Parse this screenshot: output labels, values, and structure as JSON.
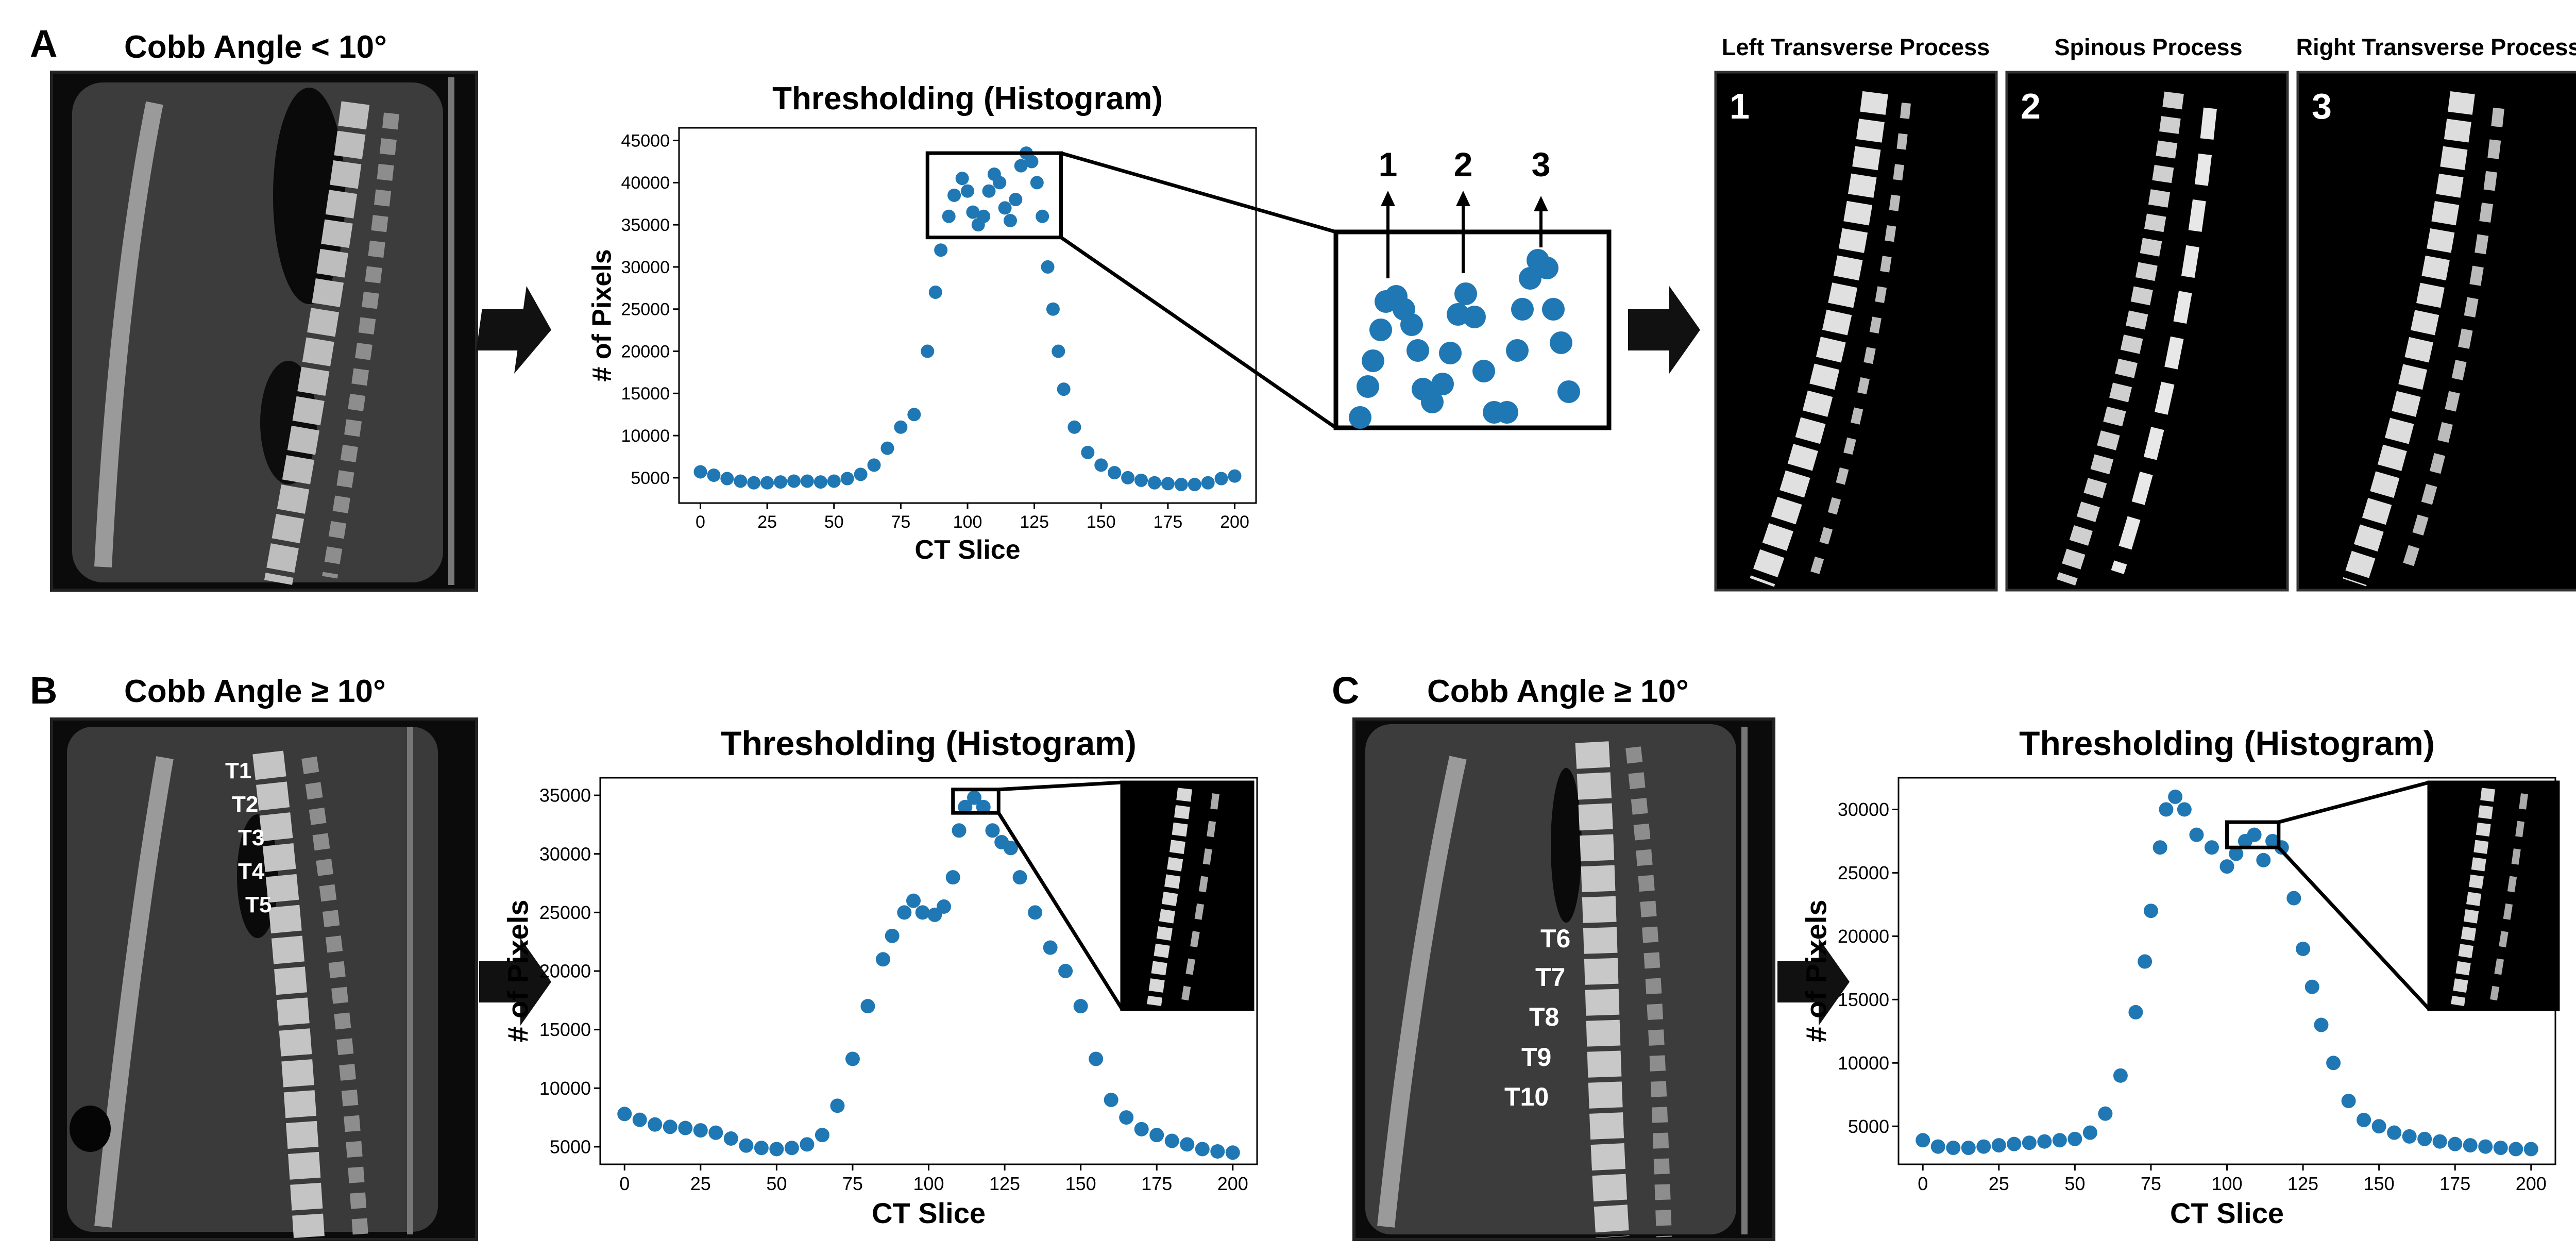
{
  "panels": {
    "A": {
      "letter": "A",
      "cobb_label": "Cobb Angle < 10°",
      "crop_titles": [
        "Left Transverse Process",
        "Spinous Process",
        "Right Transverse Process"
      ],
      "crop_numbers": [
        "1",
        "2",
        "3"
      ],
      "peak_numbers": [
        "1",
        "2",
        "3"
      ]
    },
    "B": {
      "letter": "B",
      "cobb_label": "Cobb Angle ≥ 10°",
      "vertebra_labels": [
        "T1",
        "T2",
        "T3",
        "T4",
        "T5"
      ]
    },
    "C": {
      "letter": "C",
      "cobb_label": "Cobb Angle ≥ 10°",
      "vertebra_labels": [
        "T6",
        "T7",
        "T8",
        "T9",
        "T10"
      ]
    }
  },
  "colors": {
    "marker": "#1f77b4",
    "ct_background": "#0a0a0a",
    "bone": "#d8d8d8",
    "arrow": "#111111"
  },
  "icons": [
    "right-arrow-icon"
  ],
  "chart_data": [
    {
      "id": "A",
      "type": "scatter",
      "title": "Thresholding (Histogram)",
      "xlabel": "CT Slice",
      "ylabel": "# of Pixels",
      "xlim": [
        -8,
        208
      ],
      "ylim": [
        2000,
        46500
      ],
      "xticks": [
        0,
        25,
        50,
        75,
        100,
        125,
        150,
        175,
        200
      ],
      "yticks": [
        5000,
        10000,
        15000,
        20000,
        25000,
        30000,
        35000,
        40000,
        45000
      ],
      "zoom_box": {
        "x": [
          85,
          135
        ],
        "y": [
          33500,
          43500
        ]
      },
      "points": [
        [
          0,
          5700
        ],
        [
          5,
          5300
        ],
        [
          10,
          4900
        ],
        [
          15,
          4600
        ],
        [
          20,
          4400
        ],
        [
          25,
          4400
        ],
        [
          30,
          4500
        ],
        [
          35,
          4600
        ],
        [
          40,
          4600
        ],
        [
          45,
          4500
        ],
        [
          50,
          4600
        ],
        [
          55,
          4900
        ],
        [
          60,
          5400
        ],
        [
          65,
          6500
        ],
        [
          70,
          8500
        ],
        [
          75,
          11000
        ],
        [
          80,
          12500
        ],
        [
          85,
          20000
        ],
        [
          88,
          27000
        ],
        [
          90,
          32000
        ],
        [
          93,
          36000
        ],
        [
          95,
          38500
        ],
        [
          98,
          40500
        ],
        [
          100,
          39000
        ],
        [
          102,
          36500
        ],
        [
          104,
          35000
        ],
        [
          106,
          36000
        ],
        [
          108,
          39000
        ],
        [
          110,
          41000
        ],
        [
          112,
          40000
        ],
        [
          114,
          37000
        ],
        [
          116,
          35500
        ],
        [
          118,
          38000
        ],
        [
          120,
          42000
        ],
        [
          122,
          43500
        ],
        [
          124,
          42500
        ],
        [
          126,
          40000
        ],
        [
          128,
          36000
        ],
        [
          130,
          30000
        ],
        [
          132,
          25000
        ],
        [
          134,
          20000
        ],
        [
          136,
          15500
        ],
        [
          140,
          11000
        ],
        [
          145,
          8000
        ],
        [
          150,
          6500
        ],
        [
          155,
          5600
        ],
        [
          160,
          5000
        ],
        [
          165,
          4700
        ],
        [
          170,
          4400
        ],
        [
          175,
          4300
        ],
        [
          180,
          4200
        ],
        [
          185,
          4200
        ],
        [
          190,
          4400
        ],
        [
          195,
          4900
        ],
        [
          200,
          5200
        ]
      ]
    },
    {
      "id": "B",
      "type": "scatter",
      "title": "Thresholding (Histogram)",
      "xlabel": "CT Slice",
      "ylabel": "# of Pixels",
      "xlim": [
        -8,
        208
      ],
      "ylim": [
        3500,
        36500
      ],
      "xticks": [
        0,
        25,
        50,
        75,
        100,
        125,
        150,
        175,
        200
      ],
      "yticks": [
        5000,
        10000,
        15000,
        20000,
        25000,
        30000,
        35000
      ],
      "zoom_box": {
        "x": [
          108,
          123
        ],
        "y": [
          33500,
          35500
        ]
      },
      "points": [
        [
          0,
          7800
        ],
        [
          5,
          7300
        ],
        [
          10,
          6900
        ],
        [
          15,
          6700
        ],
        [
          20,
          6600
        ],
        [
          25,
          6400
        ],
        [
          30,
          6200
        ],
        [
          35,
          5700
        ],
        [
          40,
          5100
        ],
        [
          45,
          4900
        ],
        [
          50,
          4800
        ],
        [
          55,
          4900
        ],
        [
          60,
          5200
        ],
        [
          65,
          6000
        ],
        [
          70,
          8500
        ],
        [
          75,
          12500
        ],
        [
          80,
          17000
        ],
        [
          85,
          21000
        ],
        [
          88,
          23000
        ],
        [
          92,
          25000
        ],
        [
          95,
          26000
        ],
        [
          98,
          25000
        ],
        [
          102,
          24800
        ],
        [
          105,
          25500
        ],
        [
          108,
          28000
        ],
        [
          110,
          32000
        ],
        [
          112,
          34000
        ],
        [
          115,
          34800
        ],
        [
          118,
          34000
        ],
        [
          121,
          32000
        ],
        [
          124,
          31000
        ],
        [
          127,
          30500
        ],
        [
          130,
          28000
        ],
        [
          135,
          25000
        ],
        [
          140,
          22000
        ],
        [
          145,
          20000
        ],
        [
          150,
          17000
        ],
        [
          155,
          12500
        ],
        [
          160,
          9000
        ],
        [
          165,
          7500
        ],
        [
          170,
          6500
        ],
        [
          175,
          6000
        ],
        [
          180,
          5500
        ],
        [
          185,
          5200
        ],
        [
          190,
          4800
        ],
        [
          195,
          4600
        ],
        [
          200,
          4500
        ]
      ]
    },
    {
      "id": "C",
      "type": "scatter",
      "title": "Thresholding (Histogram)",
      "xlabel": "CT Slice",
      "ylabel": "# of Pixels",
      "xlim": [
        -8,
        208
      ],
      "ylim": [
        2000,
        32500
      ],
      "xticks": [
        0,
        25,
        50,
        75,
        100,
        125,
        150,
        175,
        200
      ],
      "yticks": [
        5000,
        10000,
        15000,
        20000,
        25000,
        30000
      ],
      "zoom_box": {
        "x": [
          100,
          117
        ],
        "y": [
          27000,
          29000
        ]
      },
      "points": [
        [
          0,
          3900
        ],
        [
          5,
          3400
        ],
        [
          10,
          3300
        ],
        [
          15,
          3300
        ],
        [
          20,
          3400
        ],
        [
          25,
          3500
        ],
        [
          30,
          3600
        ],
        [
          35,
          3700
        ],
        [
          40,
          3800
        ],
        [
          45,
          3900
        ],
        [
          50,
          4000
        ],
        [
          55,
          4500
        ],
        [
          60,
          6000
        ],
        [
          65,
          9000
        ],
        [
          70,
          14000
        ],
        [
          73,
          18000
        ],
        [
          75,
          22000
        ],
        [
          78,
          27000
        ],
        [
          80,
          30000
        ],
        [
          83,
          31000
        ],
        [
          86,
          30000
        ],
        [
          90,
          28000
        ],
        [
          95,
          27000
        ],
        [
          100,
          25500
        ],
        [
          103,
          26500
        ],
        [
          106,
          27500
        ],
        [
          109,
          28000
        ],
        [
          112,
          26000
        ],
        [
          115,
          27500
        ],
        [
          118,
          27000
        ],
        [
          122,
          23000
        ],
        [
          125,
          19000
        ],
        [
          128,
          16000
        ],
        [
          131,
          13000
        ],
        [
          135,
          10000
        ],
        [
          140,
          7000
        ],
        [
          145,
          5500
        ],
        [
          150,
          5000
        ],
        [
          155,
          4500
        ],
        [
          160,
          4200
        ],
        [
          165,
          4000
        ],
        [
          170,
          3800
        ],
        [
          175,
          3600
        ],
        [
          180,
          3500
        ],
        [
          185,
          3400
        ],
        [
          190,
          3300
        ],
        [
          195,
          3200
        ],
        [
          200,
          3200
        ]
      ]
    }
  ]
}
